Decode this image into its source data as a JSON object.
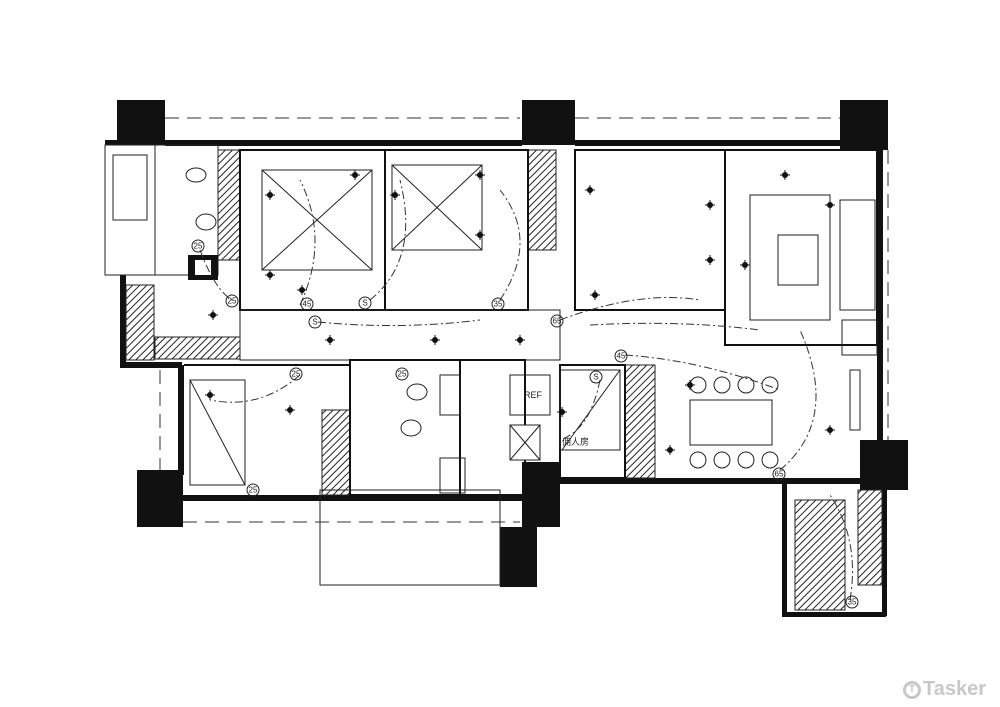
{
  "plan": {
    "room_labels": {
      "refrigerator": "REF",
      "maid_room": "佣人房"
    },
    "ceiling_markers": [
      "25",
      "25",
      "45",
      "S",
      "35",
      "65",
      "S",
      "45",
      "25",
      "25",
      "S",
      "65",
      "35",
      "25"
    ]
  },
  "watermark": {
    "brand": "Tasker"
  },
  "colors": {
    "wall": "#111111",
    "line": "#222222",
    "watermark": "#c8c8c8"
  }
}
